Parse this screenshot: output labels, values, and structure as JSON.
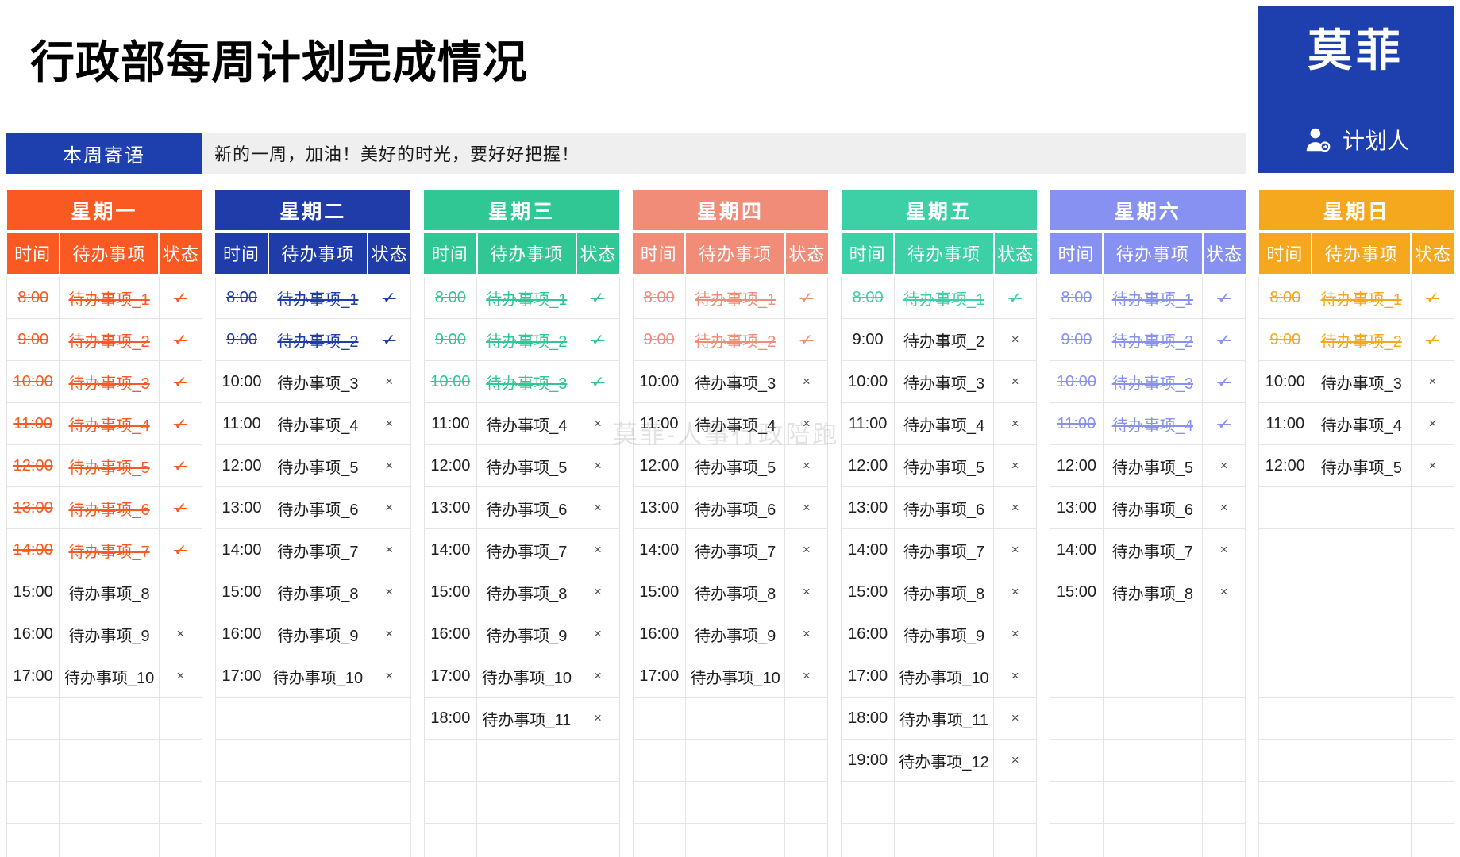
{
  "page_title": "行政部每周计划完成情况",
  "logo": {
    "brand": "莫菲",
    "planner_label": "计划人"
  },
  "weekly_message": {
    "label": "本周寄语",
    "text": "新的一周，加油！美好的时光，要好好把握！"
  },
  "watermark": "莫菲-人事行政陪跑",
  "columns": [
    "时间",
    "待办事项",
    "状态"
  ],
  "symbols": {
    "done": "✓",
    "undone": "×"
  },
  "colors": {
    "accent_blue": "#1E3FAE",
    "message_bar_bg": "#EFEFEF",
    "grid_line": "#E4E4E7",
    "undone_mark": "#4D4D4D"
  },
  "body_rows_per_table": 14,
  "days": [
    {
      "key": "monday",
      "label": "星期一",
      "color": "#FA5A21",
      "rows": [
        {
          "time": "8:00",
          "task": "待办事项_1",
          "status": "done"
        },
        {
          "time": "9:00",
          "task": "待办事项_2",
          "status": "done"
        },
        {
          "time": "10:00",
          "task": "待办事项_3",
          "status": "done"
        },
        {
          "time": "11:00",
          "task": "待办事项_4",
          "status": "done"
        },
        {
          "time": "12:00",
          "task": "待办事项_5",
          "status": "done"
        },
        {
          "time": "13:00",
          "task": "待办事项_6",
          "status": "done"
        },
        {
          "time": "14:00",
          "task": "待办事项_7",
          "status": "done"
        },
        {
          "time": "15:00",
          "task": "待办事项_8",
          "status": "none"
        },
        {
          "time": "16:00",
          "task": "待办事项_9",
          "status": "undone"
        },
        {
          "time": "17:00",
          "task": "待办事项_10",
          "status": "undone"
        }
      ]
    },
    {
      "key": "tuesday",
      "label": "星期二",
      "color": "#1F3CA8",
      "rows": [
        {
          "time": "8:00",
          "task": "待办事项_1",
          "status": "done"
        },
        {
          "time": "9:00",
          "task": "待办事项_2",
          "status": "done"
        },
        {
          "time": "10:00",
          "task": "待办事项_3",
          "status": "undone"
        },
        {
          "time": "11:00",
          "task": "待办事项_4",
          "status": "undone"
        },
        {
          "time": "12:00",
          "task": "待办事项_5",
          "status": "undone"
        },
        {
          "time": "13:00",
          "task": "待办事项_6",
          "status": "undone"
        },
        {
          "time": "14:00",
          "task": "待办事项_7",
          "status": "undone"
        },
        {
          "time": "15:00",
          "task": "待办事项_8",
          "status": "undone"
        },
        {
          "time": "16:00",
          "task": "待办事项_9",
          "status": "undone"
        },
        {
          "time": "17:00",
          "task": "待办事项_10",
          "status": "undone"
        }
      ]
    },
    {
      "key": "wednesday",
      "label": "星期三",
      "color": "#30C794",
      "rows": [
        {
          "time": "8:00",
          "task": "待办事项_1",
          "status": "done"
        },
        {
          "time": "9:00",
          "task": "待办事项_2",
          "status": "done"
        },
        {
          "time": "10:00",
          "task": "待办事项_3",
          "status": "done"
        },
        {
          "time": "11:00",
          "task": "待办事项_4",
          "status": "undone"
        },
        {
          "time": "12:00",
          "task": "待办事项_5",
          "status": "undone"
        },
        {
          "time": "13:00",
          "task": "待办事项_6",
          "status": "undone"
        },
        {
          "time": "14:00",
          "task": "待办事项_7",
          "status": "undone"
        },
        {
          "time": "15:00",
          "task": "待办事项_8",
          "status": "undone"
        },
        {
          "time": "16:00",
          "task": "待办事项_9",
          "status": "undone"
        },
        {
          "time": "17:00",
          "task": "待办事项_10",
          "status": "undone"
        },
        {
          "time": "18:00",
          "task": "待办事项_11",
          "status": "undone"
        }
      ]
    },
    {
      "key": "thursday",
      "label": "星期四",
      "color": "#F18C79",
      "rows": [
        {
          "time": "8:00",
          "task": "待办事项_1",
          "status": "done"
        },
        {
          "time": "9:00",
          "task": "待办事项_2",
          "status": "done"
        },
        {
          "time": "10:00",
          "task": "待办事项_3",
          "status": "undone"
        },
        {
          "time": "11:00",
          "task": "待办事项_4",
          "status": "undone"
        },
        {
          "time": "12:00",
          "task": "待办事项_5",
          "status": "undone"
        },
        {
          "time": "13:00",
          "task": "待办事项_6",
          "status": "undone"
        },
        {
          "time": "14:00",
          "task": "待办事项_7",
          "status": "undone"
        },
        {
          "time": "15:00",
          "task": "待办事项_8",
          "status": "undone"
        },
        {
          "time": "16:00",
          "task": "待办事项_9",
          "status": "undone"
        },
        {
          "time": "17:00",
          "task": "待办事项_10",
          "status": "undone"
        }
      ]
    },
    {
      "key": "friday",
      "label": "星期五",
      "color": "#3DCFA6",
      "rows": [
        {
          "time": "8:00",
          "task": "待办事项_1",
          "status": "done"
        },
        {
          "time": "9:00",
          "task": "待办事项_2",
          "status": "undone"
        },
        {
          "time": "10:00",
          "task": "待办事项_3",
          "status": "undone"
        },
        {
          "time": "11:00",
          "task": "待办事项_4",
          "status": "undone"
        },
        {
          "time": "12:00",
          "task": "待办事项_5",
          "status": "undone"
        },
        {
          "time": "13:00",
          "task": "待办事项_6",
          "status": "undone"
        },
        {
          "time": "14:00",
          "task": "待办事项_7",
          "status": "undone"
        },
        {
          "time": "15:00",
          "task": "待办事项_8",
          "status": "undone"
        },
        {
          "time": "16:00",
          "task": "待办事项_9",
          "status": "undone"
        },
        {
          "time": "17:00",
          "task": "待办事项_10",
          "status": "undone"
        },
        {
          "time": "18:00",
          "task": "待办事项_11",
          "status": "undone"
        },
        {
          "time": "19:00",
          "task": "待办事项_12",
          "status": "undone"
        }
      ]
    },
    {
      "key": "saturday",
      "label": "星期六",
      "color": "#8791F1",
      "rows": [
        {
          "time": "8:00",
          "task": "待办事项_1",
          "status": "done"
        },
        {
          "time": "9:00",
          "task": "待办事项_2",
          "status": "done"
        },
        {
          "time": "10:00",
          "task": "待办事项_3",
          "status": "done"
        },
        {
          "time": "11:00",
          "task": "待办事项_4",
          "status": "done"
        },
        {
          "time": "12:00",
          "task": "待办事项_5",
          "status": "undone"
        },
        {
          "time": "13:00",
          "task": "待办事项_6",
          "status": "undone"
        },
        {
          "time": "14:00",
          "task": "待办事项_7",
          "status": "undone"
        },
        {
          "time": "15:00",
          "task": "待办事项_8",
          "status": "undone"
        }
      ]
    },
    {
      "key": "sunday",
      "label": "星期日",
      "color": "#F5A71D",
      "rows": [
        {
          "time": "8:00",
          "task": "待办事项_1",
          "status": "done"
        },
        {
          "time": "9:00",
          "task": "待办事项_2",
          "status": "done"
        },
        {
          "time": "10:00",
          "task": "待办事项_3",
          "status": "undone"
        },
        {
          "time": "11:00",
          "task": "待办事项_4",
          "status": "undone"
        },
        {
          "time": "12:00",
          "task": "待办事项_5",
          "status": "undone"
        }
      ]
    }
  ]
}
